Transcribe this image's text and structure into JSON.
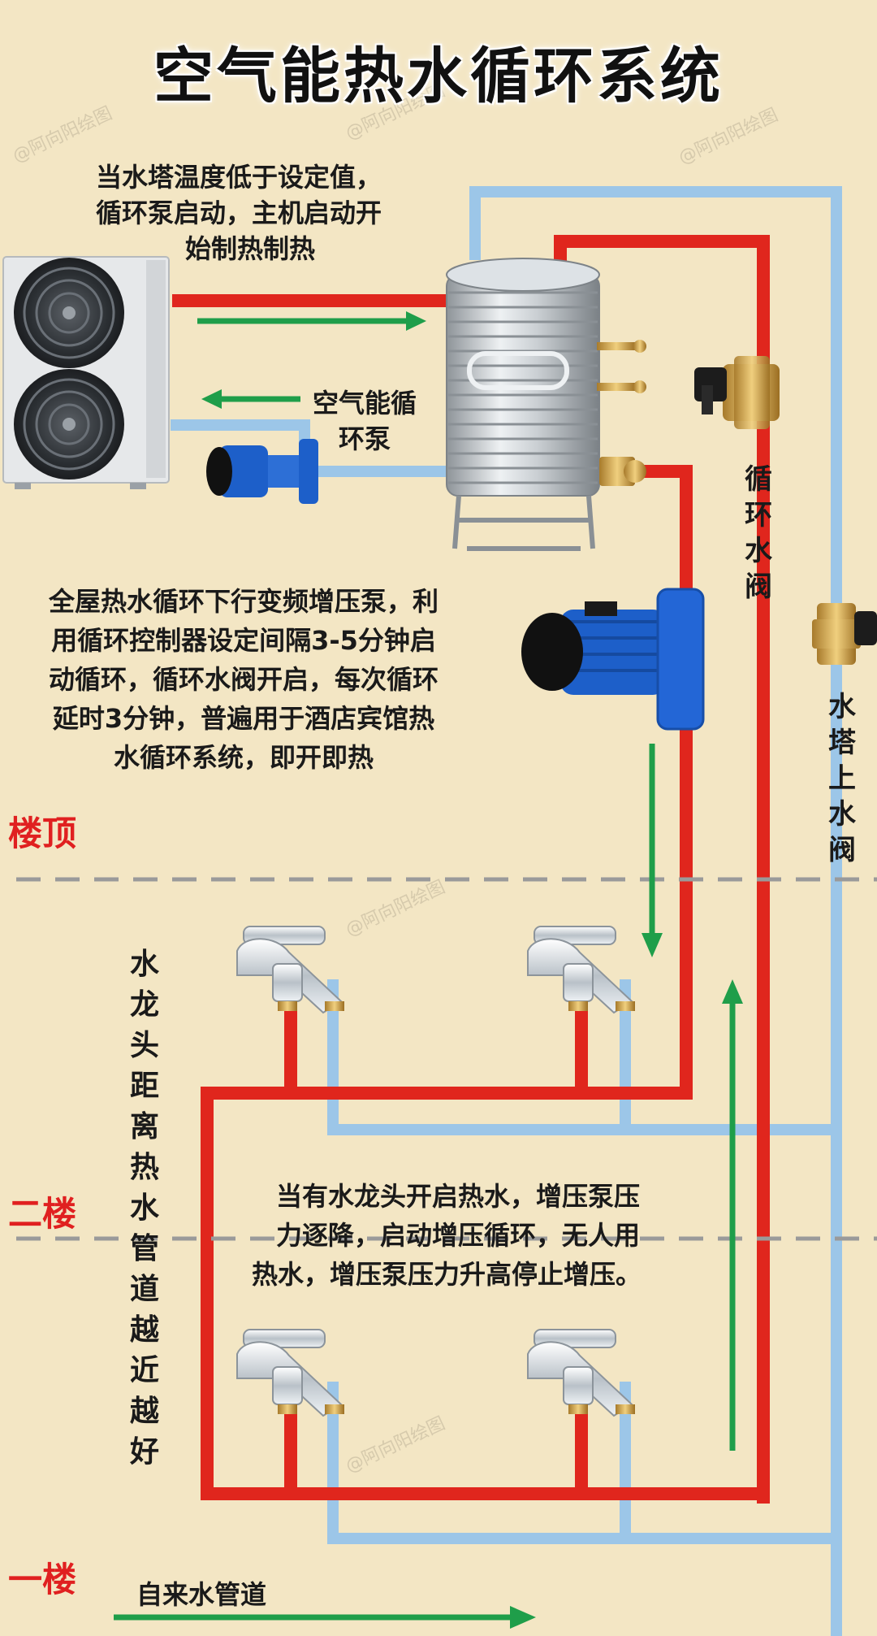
{
  "title": "空气能热水循环系统",
  "notes": {
    "start": [
      "当水塔温度低于设定值，",
      "循环泵启动，主机启动开",
      "始制热制热"
    ],
    "pump_label": [
      "空气能循",
      "环泵"
    ],
    "circulation": [
      "全屋热水循环下行变频增压泵，利",
      "用循环控制器设定间隔3-5分钟启",
      "动循环，循环水阀开启，每次循环",
      "延时3分钟，普遍用于酒店宾馆热",
      "水循环系统，即开即热"
    ],
    "booster": [
      "当有水龙头开启热水，增压泵压",
      "力逐降，启动增压循环，无人用",
      "热水，增压泵压力升高停止增压。"
    ],
    "circ_valve": "循环水阀",
    "tower_valve": "水塔上水阀",
    "faucet_note": "水龙头距离热水管道越近越好",
    "tap_water": "自来水管道"
  },
  "floors": {
    "roof": "楼顶",
    "second": "二楼",
    "first": "一楼"
  },
  "watermark": "@阿向阳绘图",
  "colors": {
    "background": "#f3e6c4",
    "hot_pipe": "#e0261d",
    "cold_pipe": "#9cc6e8",
    "flow_arrow": "#1f9e4a",
    "floor_text": "#e02020",
    "pump_blue": "#1d5fc9"
  }
}
